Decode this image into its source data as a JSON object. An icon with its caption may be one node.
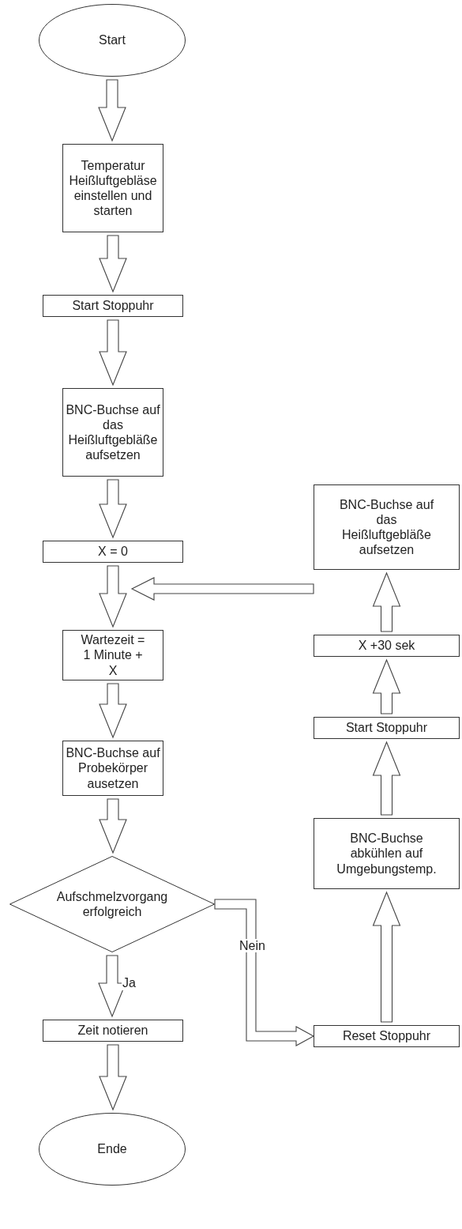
{
  "diagram": {
    "nodes": [
      {
        "text": [
          "Start"
        ]
      },
      {
        "text": [
          "Temperatur Heißluftgebläse einstellen und starten"
        ]
      },
      {
        "text": [
          "Start Stoppuhr"
        ]
      },
      {
        "text": [
          "BNC-Buchse auf das Heißluftgebläße aufsetzen"
        ]
      },
      {
        "text": [
          "X = 0"
        ]
      },
      {
        "text": [
          "Wartezeit = 1 Minute + X"
        ]
      },
      {
        "text": [
          "BNC-Buchse auf Probekörper ausetzen"
        ]
      },
      {
        "text": [
          "Aufschmelzvorgang erfolgreich"
        ]
      },
      {
        "text": [
          "Zeit notieren"
        ]
      },
      {
        "text": [
          "Ende"
        ]
      },
      {
        "text": [
          "Reset Stoppuhr"
        ]
      },
      {
        "text": [
          "BNC-Buchse abkühlen auf Umgebungstemp."
        ]
      },
      {
        "text": [
          "Start Stoppuhr"
        ]
      },
      {
        "text": [
          "X +30 sek"
        ]
      },
      {
        "text": [
          "BNC-Buchse auf das Heißluftgebläße aufsetzen"
        ]
      }
    ],
    "edges": [
      {
        "from": 0,
        "to": 1,
        "arrow": "to"
      },
      {
        "from": 1,
        "to": 2,
        "arrow": "to"
      },
      {
        "from": 2,
        "to": 3,
        "arrow": "to"
      },
      {
        "from": 3,
        "to": 4,
        "arrow": "to"
      },
      {
        "from": 4,
        "to": 5,
        "arrow": "to"
      },
      {
        "from": 5,
        "to": 6,
        "arrow": "to"
      },
      {
        "from": 6,
        "to": 7,
        "arrow": "to"
      },
      {
        "from": 7,
        "to": 8,
        "arrow": "to",
        "label": "Ja"
      },
      {
        "from": 8,
        "to": 9,
        "arrow": "to"
      },
      {
        "from": 7,
        "to": 10,
        "arrow": "to",
        "label": "Nein"
      },
      {
        "from": 10,
        "to": 11,
        "arrow": "to"
      },
      {
        "from": 11,
        "to": 12,
        "arrow": "to"
      },
      {
        "from": 12,
        "to": 13,
        "arrow": "to"
      },
      {
        "from": 13,
        "to": 14,
        "arrow": "to"
      },
      {
        "from": 14,
        "to": 5,
        "arrow": "to"
      }
    ]
  }
}
